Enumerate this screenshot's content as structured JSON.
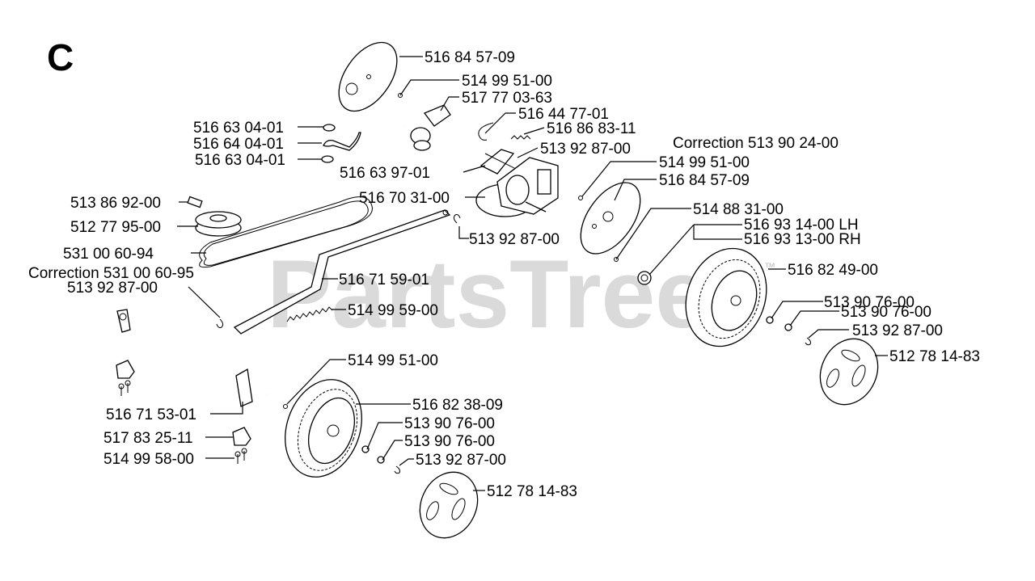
{
  "section_letter": "C",
  "watermark": "PartsTree",
  "watermark_mark": "™",
  "labels": {
    "disc_top": "516 84 57-09",
    "pin_a": "514 99 51-00",
    "bracket_top": "517 77 03-63",
    "spring_clip": "516 44 77-01",
    "spring_small": "516 86 83-11",
    "washer_a": "516 63 04-01",
    "lever": "516 64 04-01",
    "washer_b": "516 63 04-01",
    "clip_a": "513 92 87-00",
    "correction_a": "Correction 513 90 24-00",
    "shaft_assy": "516 63 97-01",
    "pin_b": "514 99 51-00",
    "disc_mid": "516 84 57-09",
    "key": "513 86 92-00",
    "gearbox": "516 70 31-00",
    "pulley": "512 77 95-00",
    "pin_c": "514 88 31-00",
    "clip_b": "513 92 87-00",
    "gear_lh": "516 93 14-00 LH",
    "gear_rh": "516 93 13-00 RH",
    "belt": "531 00 60-94",
    "correction_b": "Correction 531 00 60-95",
    "rear_wheel": "516 82 49-00",
    "clip_c": "513 92 87-00",
    "rod": "516 71 59-01",
    "nut_a": "513 90 76-00",
    "nut_b": "513 90 76-00",
    "spring_long": "514 99 59-00",
    "clip_d": "513 92 87-00",
    "hubcap_rear": "512 78 14-83",
    "pin_d": "514 99 51-00",
    "front_wheel": "516 82 38-09",
    "axle": "516 71 53-01",
    "nut_c": "513 90 76-00",
    "bracket_low": "517 83 25-11",
    "nut_d": "513 90 76-00",
    "screw": "514 99 58-00",
    "clip_e": "513 92 87-00",
    "hubcap_front": "512 78 14-83"
  }
}
